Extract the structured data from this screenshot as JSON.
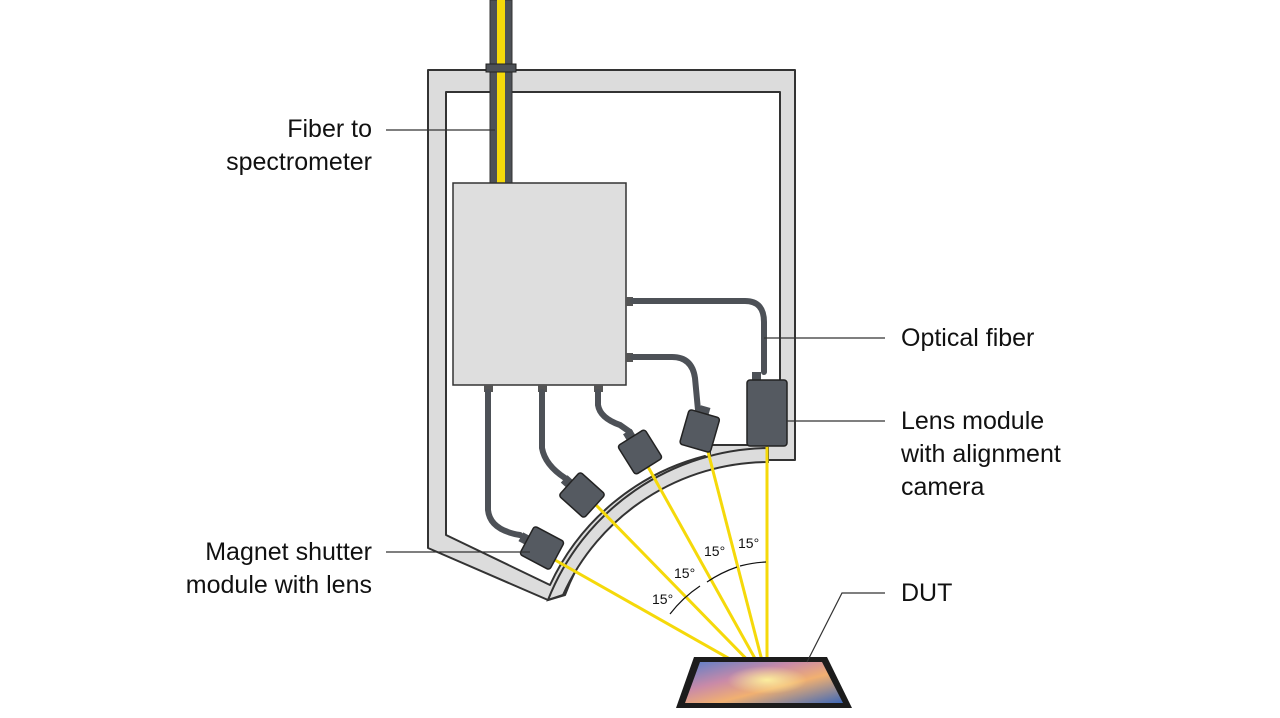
{
  "labels": {
    "fiber_to_spectrometer": [
      "Fiber to",
      "spectrometer"
    ],
    "optical_fiber": [
      "Optical fiber"
    ],
    "lens_module": [
      "Lens module",
      "with alignment",
      "camera"
    ],
    "magnet_shutter": [
      "Magnet shutter",
      "module with lens"
    ],
    "dut": [
      "DUT"
    ]
  },
  "angles": [
    "15°",
    "15°",
    "15°",
    "15°"
  ],
  "colors": {
    "frame": "#dcdcdc",
    "outline": "#333333",
    "beam": "#f5d90a",
    "box": "#dedede",
    "module": "#555a61",
    "cable": "#4d5157"
  }
}
